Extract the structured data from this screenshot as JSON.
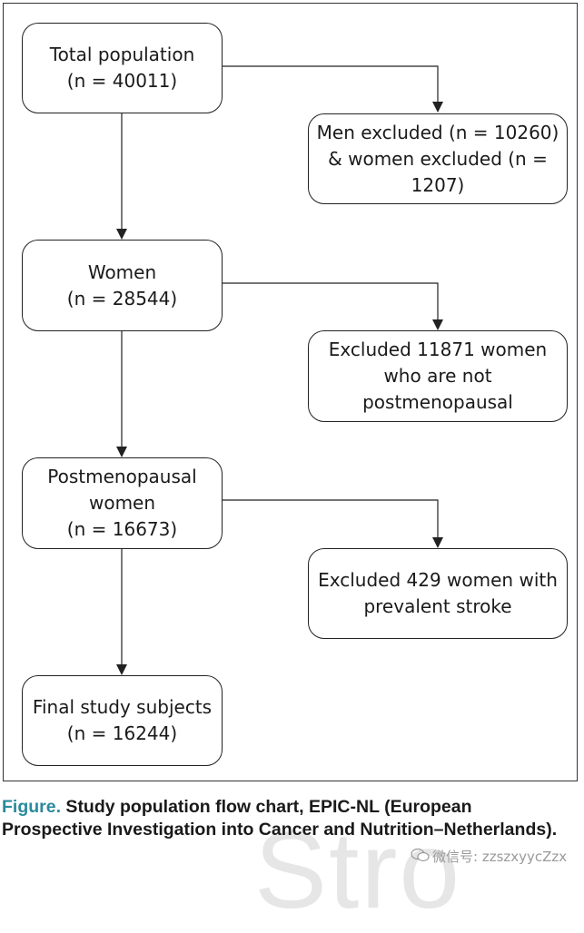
{
  "boxes": {
    "total": {
      "line1": "Total population",
      "line2": "(n = 40011)"
    },
    "excluded_sex": {
      "line1": "Men excluded (n = 10260)",
      "line2": "& women excluded (n =",
      "line3": "1207)"
    },
    "women": {
      "line1": "Women",
      "line2": "(n = 28544)"
    },
    "excluded_premeno": {
      "line1": "Excluded 11871 women",
      "line2": "who are not",
      "line3": "postmenopausal"
    },
    "postmeno": {
      "line1": "Postmenopausal",
      "line2": "women",
      "line3": "(n = 16673)"
    },
    "excluded_stroke": {
      "line1": "Excluded 429 women with",
      "line2": "prevalent stroke"
    },
    "final": {
      "line1": "Final study subjects",
      "line2": "(n = 16244)"
    }
  },
  "caption": {
    "label": "Figure.",
    "text": " Study population flow chart, EPIC-NL (European Prospective Investigation into Cancer and Nutrition–Netherlands)."
  },
  "watermark": {
    "text": "微信号: zzszxyycZzx",
    "background_text": "Stro"
  },
  "colors": {
    "caption_label": "#2a8a9c",
    "line": "#222222"
  }
}
